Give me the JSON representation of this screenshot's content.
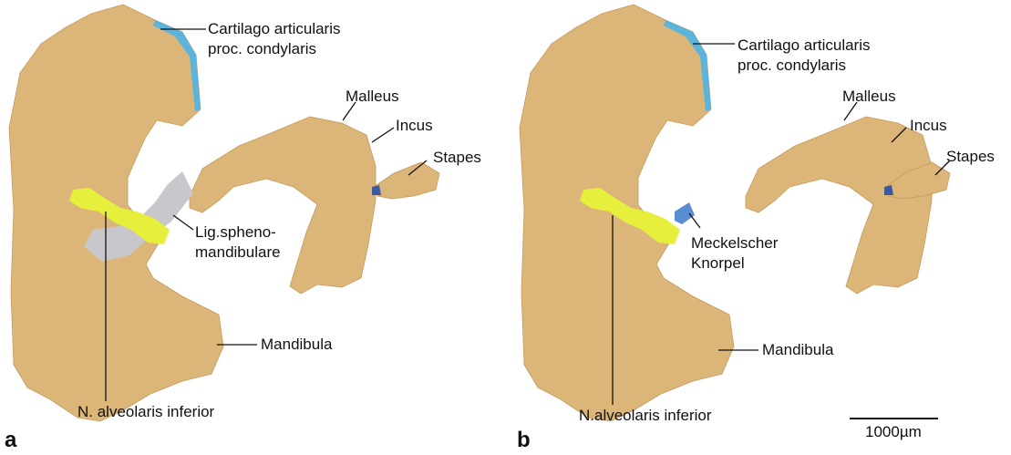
{
  "panels": [
    {
      "letter": "a",
      "labels": {
        "cartilago_line1": "Cartilago articularis",
        "cartilago_line2": "proc. condylaris",
        "malleus": "Malleus",
        "incus": "Incus",
        "stapes": "Stapes",
        "lig_line1": "Lig.spheno-",
        "lig_line2": "mandibulare",
        "mandibula": "Mandibula",
        "nerve": "N. alveolaris inferior"
      }
    },
    {
      "letter": "b",
      "labels": {
        "cartilago_line1": "Cartilago articularis",
        "cartilago_line2": "proc. condylaris",
        "malleus": "Malleus",
        "incus": "Incus",
        "stapes": "Stapes",
        "meckel_line1": "Meckelscher",
        "meckel_line2": "Knorpel",
        "mandibula": "Mandibula",
        "nerve": "N.alveolaris inferior"
      }
    }
  ],
  "scalebar": {
    "label": "1000µm"
  },
  "colors": {
    "bone": "#dcb578",
    "bone_dark": "#c49a5c",
    "cartilage": "#5ab4dc",
    "nerve": "#e6f03c",
    "ligament": "#c8c8cc",
    "meckel": "#5a8cd2",
    "stapes_tip": "#3c5aa0"
  }
}
